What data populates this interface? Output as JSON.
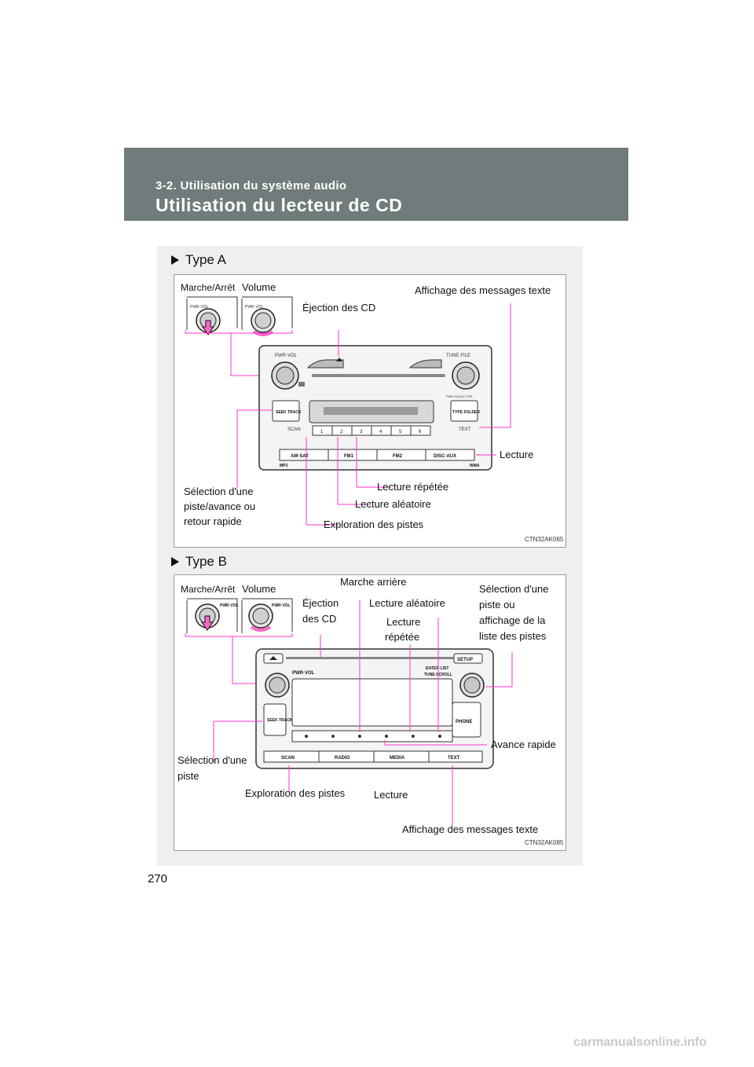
{
  "header": {
    "section": "3-2. Utilisation du système audio",
    "title": "Utilisation du lecteur de CD"
  },
  "type_a": {
    "heading": "Type A",
    "labels": {
      "power": "Marche/Arrêt",
      "volume": "Volume",
      "eject": "Éjection des CD",
      "text_display": "Affichage des messages texte",
      "play": "Lecture",
      "repeat": "Lecture répétée",
      "random": "Lecture aléatoire",
      "scan": "Exploration des pistes",
      "seek_1": "Sélection d'une",
      "seek_2": "piste/avance ou",
      "seek_3": "retour rapide"
    },
    "unit": {
      "pwr_vol": "PWR·VOL",
      "tune_file": "TUNE·FILE",
      "pwr_audio_ctrl": "PWR AUDIO CTRL",
      "seek_track": "SEEK TRACK",
      "type_folder": "TYPE FOLDER",
      "scan_btn": "SCAN",
      "text_btn": "TEXT",
      "presets": [
        "1",
        "2",
        "3",
        "4",
        "5",
        "6"
      ],
      "bands": [
        "AM·SAT",
        "FM1",
        "FM2",
        "DISC·AUX"
      ],
      "mp3": "MP3",
      "wma": "WMA"
    },
    "code": "CTN32AK065"
  },
  "type_b": {
    "heading": "Type B",
    "labels": {
      "power": "Marche/Arrêt",
      "volume": "Volume",
      "rewind": "Marche arrière",
      "eject_1": "Éjection",
      "eject_2": "des CD",
      "random": "Lecture aléatoire",
      "repeat_1": "Lecture",
      "repeat_2": "répétée",
      "list_1": "Sélection d'une",
      "list_2": "piste ou",
      "list_3": "affichage de la",
      "list_4": "liste des pistes",
      "fast_forward": "Avance rapide",
      "seek_1": "Sélection d'une",
      "seek_2": "piste",
      "scan": "Exploration des pistes",
      "play": "Lecture",
      "text_display": "Affichage des messages texte"
    },
    "unit": {
      "pwr_vol": "PWR·VOL",
      "setup": "SETUP",
      "enter_list": "ENTER·LIST",
      "tune_scroll": "TUNE·SCROLL",
      "seek_track": "SEEK TRACK",
      "phone": "PHONE",
      "bottom_buttons": [
        "SCAN",
        "RADIO",
        "MEDIA",
        "TEXT"
      ]
    },
    "code": "CTN32AK085"
  },
  "page_number": "270",
  "watermark": "carmanualsonline.info",
  "colors": {
    "header_bg": "#6f7c7b",
    "panel_bg": "#eeefef",
    "leader": "#ff33cc"
  }
}
